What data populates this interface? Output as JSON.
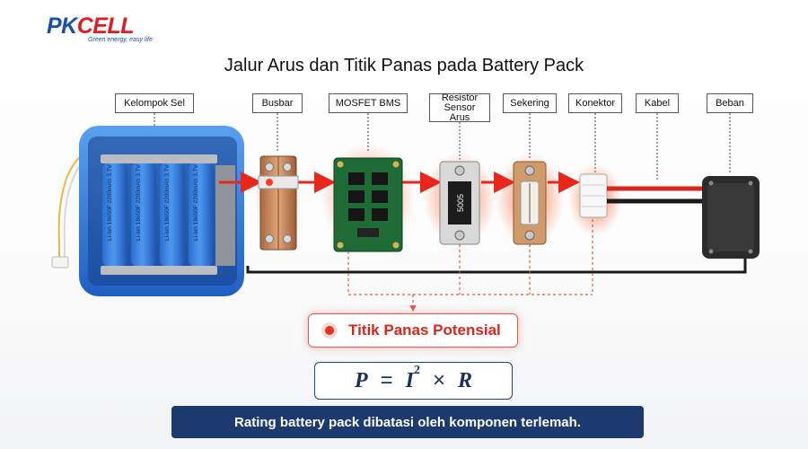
{
  "brand": {
    "name_part1": "PK",
    "name_part2": "CELL",
    "tagline": "Green energy, easy life"
  },
  "title": "Jalur Arus dan Titik Panas pada Battery Pack",
  "components": [
    {
      "id": "cell-group",
      "label": "Kelompok Sel"
    },
    {
      "id": "busbar",
      "label": "Busbar"
    },
    {
      "id": "mosfet-bms",
      "label": "MOSFET BMS"
    },
    {
      "id": "resistor",
      "label": "Resistor\nSensor Arus"
    },
    {
      "id": "fuse",
      "label": "Sekering"
    },
    {
      "id": "connector",
      "label": "Konektor"
    },
    {
      "id": "cable",
      "label": "Kabel"
    },
    {
      "id": "load",
      "label": "Beban"
    }
  ],
  "cell_print": "Li-ion 18650F 2200mAh 3.7V",
  "resistor_marking": "5005",
  "hotspot_label": "Titik Panas Potensial",
  "formula": {
    "lhs": "P",
    "eq": "=",
    "base": "I",
    "exp": "2",
    "times": "×",
    "rhs": "R"
  },
  "banner": "Rating battery pack dibatasi oleh komponen terlemah.",
  "colors": {
    "current_arrow": "#e8261c",
    "hot_glow": "#ff3b1f",
    "pack_blue": "#2f7ee3",
    "navy": "#1d3a6e",
    "pcb_green": "#1f6b35",
    "copper": "#c8865a"
  }
}
